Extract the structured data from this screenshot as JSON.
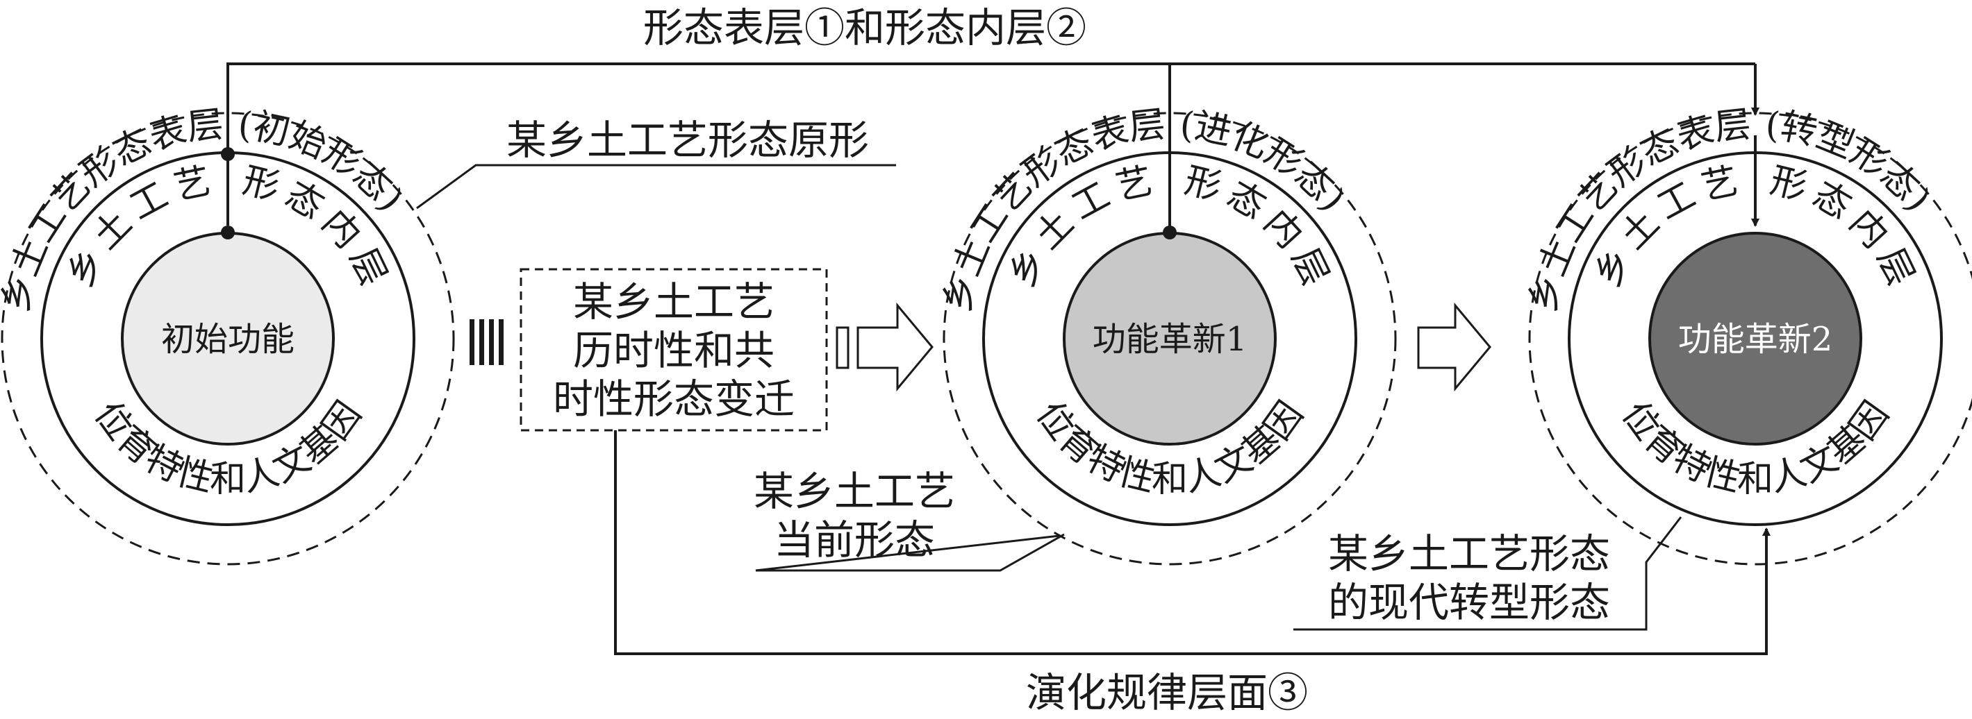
{
  "title_top": "形态表层①和形态内层②",
  "title_bottom": "演化规律层面③",
  "original_form_label": "某乡土工艺形态原形",
  "current_form_label": [
    "某乡土工艺",
    "当前形态"
  ],
  "modern_form_label": [
    "某乡土工艺形态",
    "的现代转型形态"
  ],
  "change_box": [
    "某乡土工艺",
    "历时性和共",
    "时性形态变迁"
  ],
  "circles": [
    {
      "outer_left": "乡土工艺形态表层",
      "outer_right": "(初始形态)",
      "inner_left": "乡土工艺",
      "inner_right": "形态内层",
      "inner_bottom": "位育特性和人文基因",
      "core": "初始功能",
      "core_fill": "#ebebeb",
      "core_text_color": "#1a1a1a"
    },
    {
      "outer_left": "乡土工艺形态表层",
      "outer_right": "(进化形态)",
      "inner_left": "乡土工艺",
      "inner_right": "形态内层",
      "inner_bottom": "位育特性和人文基因",
      "core": "功能革新1",
      "core_fill": "#c8c8c8",
      "core_text_color": "#1a1a1a"
    },
    {
      "outer_left": "乡土工艺形态表层",
      "outer_right": "(转型形态)",
      "inner_left": "乡土工艺",
      "inner_right": "形态内层",
      "inner_bottom": "位育特性和人文基因",
      "core": "功能革新2",
      "core_fill": "#6e6e6e",
      "core_text_color": "#ffffff"
    }
  ]
}
